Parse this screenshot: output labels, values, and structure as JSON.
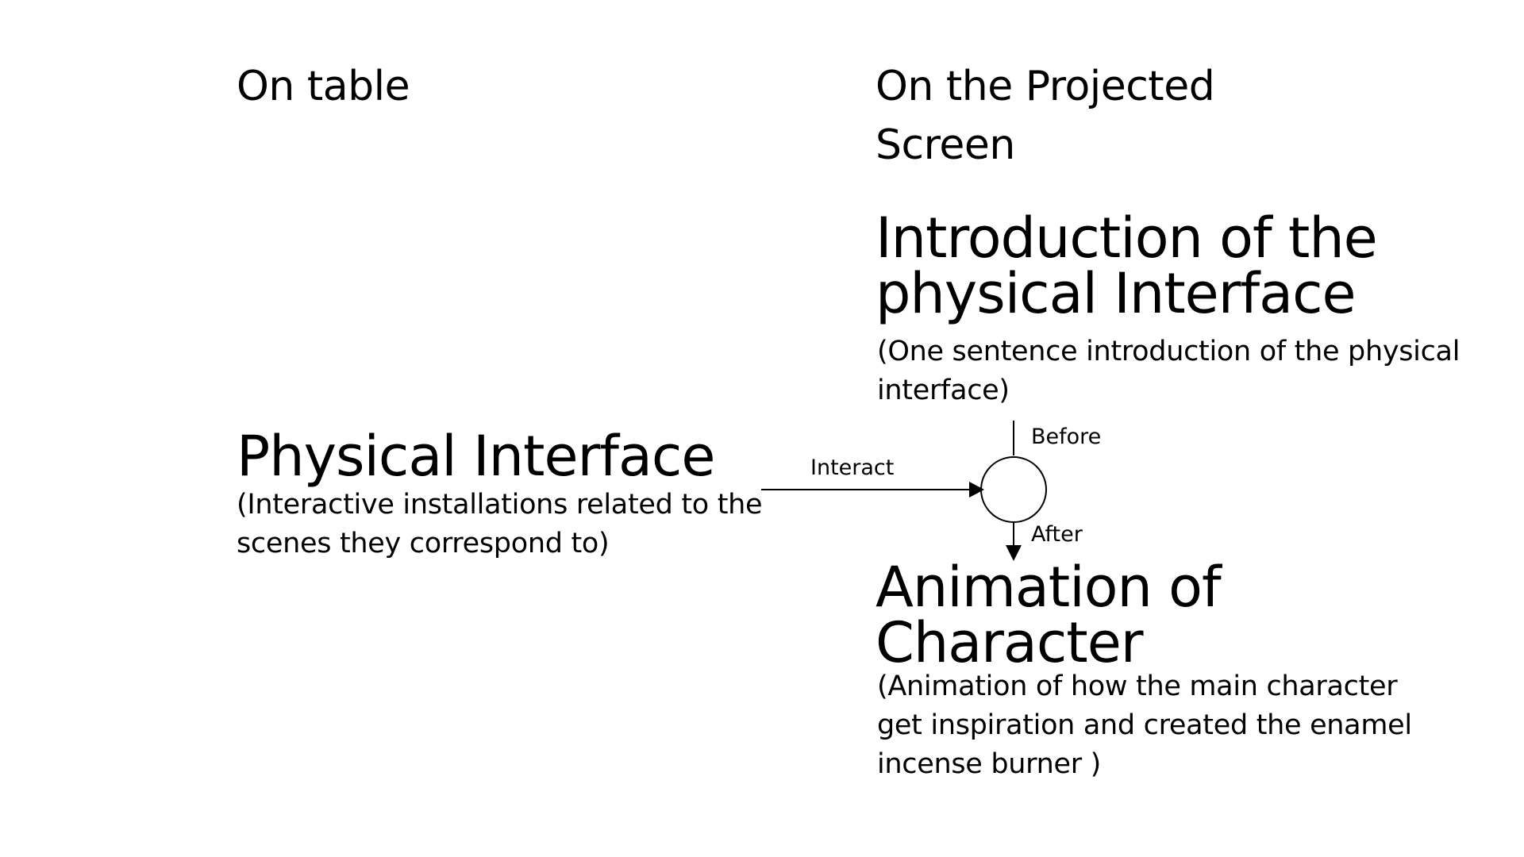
{
  "columns": {
    "left_heading": "On table",
    "right_heading_line1": "On the Projected",
    "right_heading_line2": "Screen"
  },
  "physical_interface": {
    "title": "Physical Interface",
    "desc_line1": "(Interactive installations related to the",
    "desc_line2": "scenes they correspond to)"
  },
  "introduction": {
    "title_line1": "Introduction of the",
    "title_line2": "physical Interface",
    "desc_line1": "(One sentence introduction of the physical",
    "desc_line2": "interface)"
  },
  "animation": {
    "title_line1": "Animation of",
    "title_line2": "Character",
    "desc_line1": "(Animation of how the main character",
    "desc_line2": "get inspiration and created the enamel",
    "desc_line3": "incense burner )"
  },
  "connectors": {
    "interact_label": "Interact",
    "before_label": "Before",
    "after_label": "After"
  }
}
